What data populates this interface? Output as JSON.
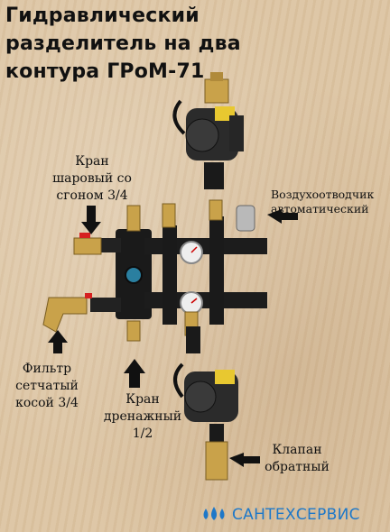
{
  "title_lines": [
    "Гидравлический",
    "разделитель на два",
    "контура ГРоМ-71"
  ],
  "labels": {
    "ball_valve": [
      "Кран",
      "шаровый со",
      "сгоном 3/4"
    ],
    "air_vent": [
      "Воздухоотводчик",
      "автоматический"
    ],
    "filter": [
      "Фильтр",
      "сетчатый",
      "косой 3/4"
    ],
    "drain_valve": [
      "Кран",
      "дренажный",
      "1/2"
    ],
    "check_valve": [
      "Клапан",
      "обратный"
    ]
  },
  "brand": {
    "name": "САНТЕХСЕРВИС",
    "color": "#1e78c8"
  },
  "colors": {
    "manifold": "#1a1a1a",
    "brass": "#c9a24a",
    "pump": "#2b2b2b",
    "board": "#dcc4a2"
  }
}
